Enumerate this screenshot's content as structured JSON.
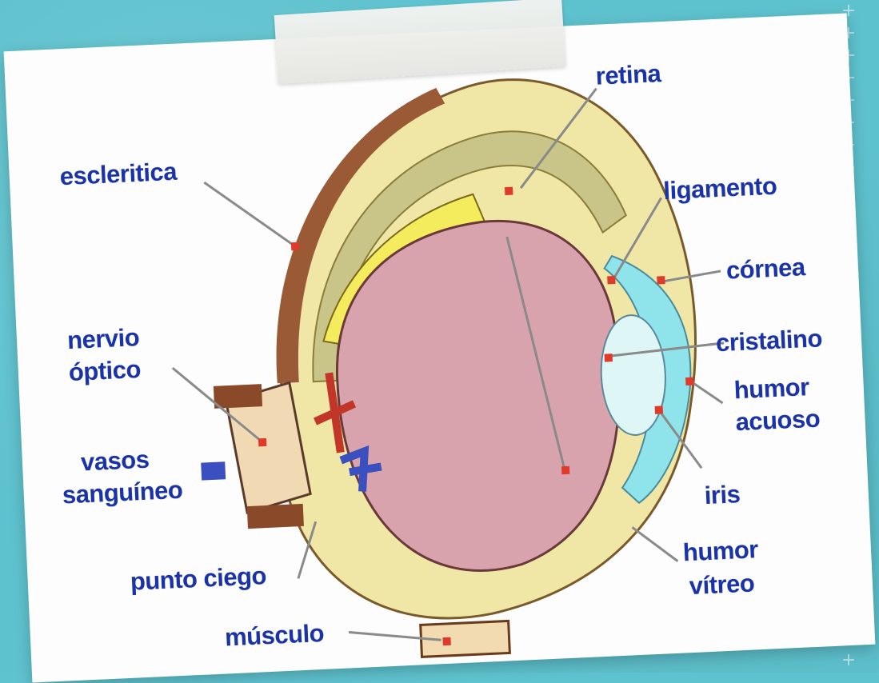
{
  "labels": {
    "esclerotica": "escleritica",
    "nervio_optico_1": "nervio",
    "nervio_optico_2": "óptico",
    "vasos_1": "vasos",
    "vasos_2": "sanguíneo",
    "punto_ciego": "punto ciego",
    "musculo": "músculo",
    "retina": "retina",
    "ligamento": "ligamento",
    "cornea": "córnea",
    "cristalino": "cristalino",
    "humor_acuoso_1": "humor",
    "humor_acuoso_2": "acuoso",
    "iris": "iris",
    "humor_vitreo_1": "humor",
    "humor_vitreo_2": "vítreo"
  },
  "colors": {
    "label_text": "#1b33a8",
    "background": "#5fc3cf",
    "vitreous": "#d9a3ad",
    "sclera": "#f0e7a6",
    "choroid": "#c9c487",
    "marker": "#e03a2a"
  }
}
